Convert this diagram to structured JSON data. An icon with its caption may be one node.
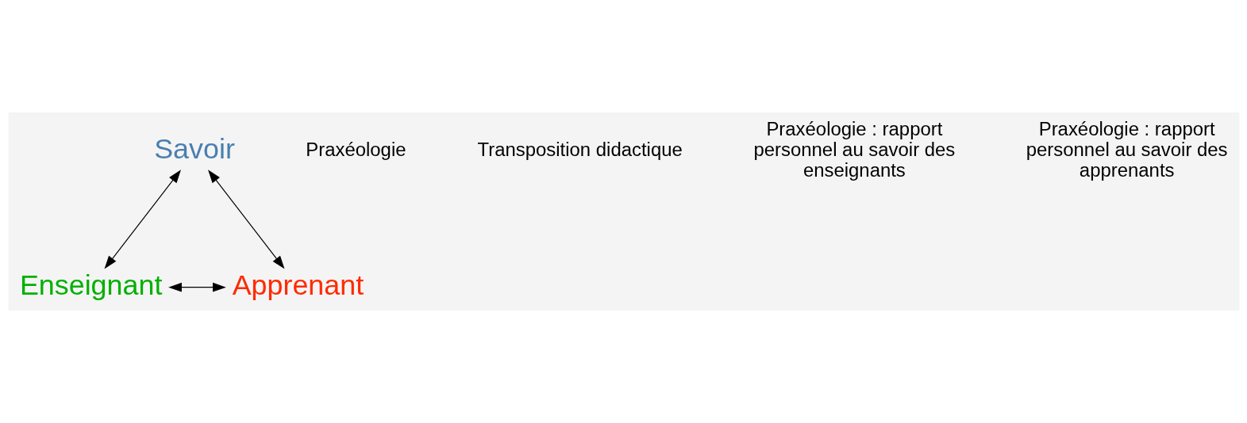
{
  "diagram": {
    "nodes": [
      {
        "text": [
          "Savoir"
        ]
      },
      {
        "text": [
          "Enseignant"
        ]
      },
      {
        "text": [
          "Apprenant"
        ]
      }
    ],
    "edges": [
      {
        "from": 0,
        "to": 1,
        "arrow": "both"
      },
      {
        "from": 0,
        "to": 2,
        "arrow": "both"
      },
      {
        "from": 1,
        "to": 2,
        "arrow": "both"
      }
    ],
    "labels": [
      "Praxéologie",
      "Transposition didactique",
      "Praxéologie : rapport personnel au savoir des enseignants",
      "Praxéologie : rapport personnel au savoir des apprenants"
    ]
  }
}
